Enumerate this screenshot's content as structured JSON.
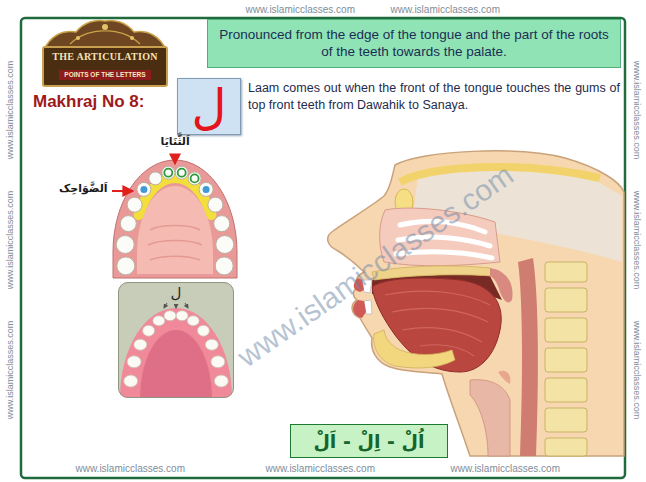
{
  "diagram": {
    "title": "Makhraj No 8:",
    "nodes": [
      {
        "text": [
          "THE ARTICULATION",
          "POINTS OF THE LETTERS"
        ]
      },
      {
        "text": [
          "Pronounced from the edge of the tongue and the part of the roots of the teeth towards the palate."
        ]
      },
      {
        "text": [
          "ل"
        ]
      },
      {
        "text": [
          "ل"
        ]
      },
      {
        "text": [
          "اُلْ - اِلْ - اَلْ"
        ]
      }
    ],
    "labels": [
      "Laam comes out when the front of the tongue touches the gums of top front teeth from Dawahik to Sanaya.",
      "اَلثَّنَایَا",
      "اَلضَّوَاحِک",
      "www.islamicclasses.com",
      "www.islamicclasses.com",
      "www.islamicclasses.com",
      "www.islamicclasses.com",
      "www.islamicclasses.com",
      "www.islamicclasses.com",
      "www.islamicclasses.com",
      "www.islamicclasses.com",
      "www.islamicclasses.com",
      "www.islamicclasses.com",
      "www.islamicclasses.com",
      "www.islamicclasses.com"
    ]
  }
}
